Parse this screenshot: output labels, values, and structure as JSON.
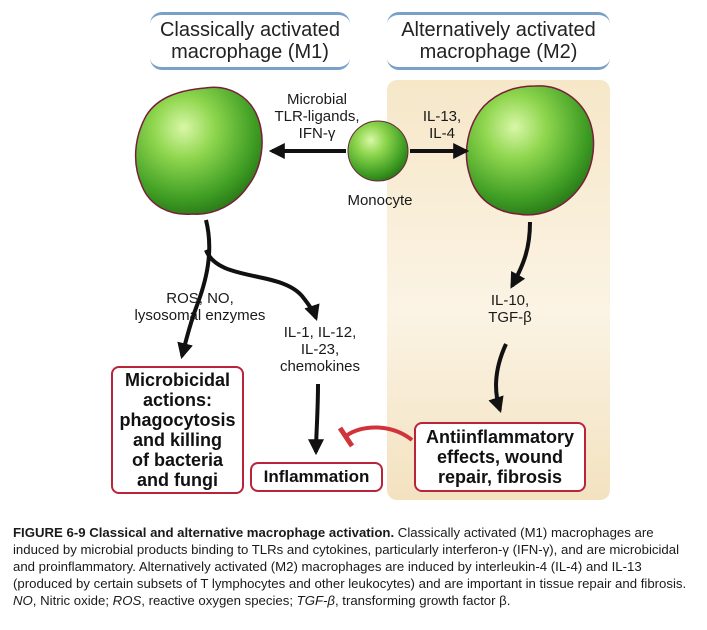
{
  "headers": {
    "m1": [
      "Classically activated",
      "macrophage (M1)"
    ],
    "m2": [
      "Alternatively activated",
      "macrophage (M2)"
    ]
  },
  "labels": {
    "microbial": [
      "Microbial",
      "TLR-ligands,",
      "IFN-γ"
    ],
    "il13": [
      "IL-13,",
      "IL-4"
    ],
    "monocyte": "Monocyte",
    "ros": [
      "ROS, NO,",
      "lysosomal enzymes"
    ],
    "il1": [
      "IL-1, IL-12,",
      "IL-23,",
      "chemokines"
    ],
    "il10": [
      "IL-10,",
      "TGF-β"
    ]
  },
  "boxes": {
    "microbicidal": [
      "Microbicidal",
      "actions:",
      "phagocytosis",
      "and killing",
      "of bacteria",
      "and fungi"
    ],
    "inflammation": "Inflammation",
    "antiinflammatory": [
      "Antiinflammatory",
      "effects, wound",
      "repair, fibrosis"
    ]
  },
  "caption": {
    "figure": "FIGURE 6-9",
    "title": "Classical and alternative macrophage activation.",
    "body_1": " Classically activated (M1) macrophages are induced by microbial products binding to TLRs and cytokines, particularly interferon-γ (IFN-γ), and are microbicidal and proinflammatory. Alternatively activated (M2) macrophages are induced by interleukin-4 (IL-4) and IL-13 (produced by certain subsets of T lymphocytes and other leukocytes) and are important in tissue repair and fibrosis. ",
    "abbr_no": "NO",
    "body_2": ", Nitric oxide; ",
    "abbr_ros": "ROS",
    "body_3": ", reactive oxygen species; ",
    "abbr_tgf": "TGF-β",
    "body_4": ", transforming growth factor β."
  },
  "colors": {
    "cell_light": "#9be05c",
    "cell_dark": "#2f8a1c",
    "cell_edge": "#7a1f3a",
    "box_border": "#b8243a",
    "header_rule": "#7aa0c8",
    "inhibit": "#d0343a",
    "m2_panel": "#f6e7c8"
  }
}
